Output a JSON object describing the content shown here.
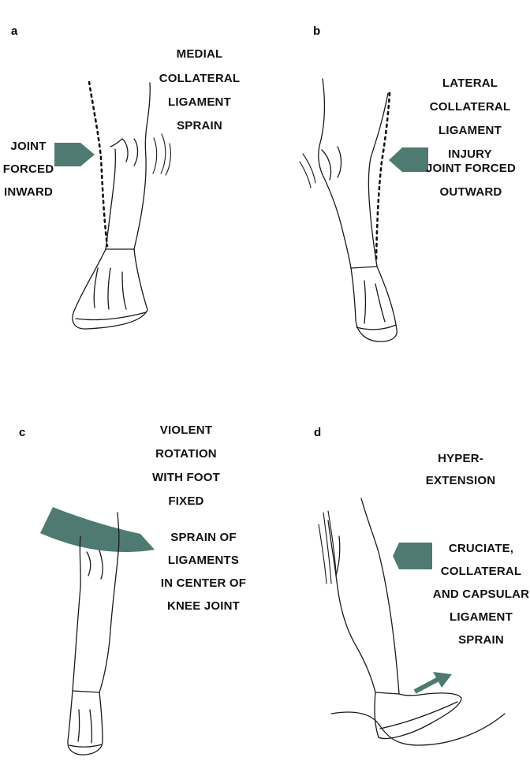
{
  "panels": {
    "a": {
      "letter": "a",
      "labels": [
        "MEDIAL",
        "COLLATERAL",
        "LIGAMENT",
        "SPRAIN"
      ],
      "force_labels": [
        "JOINT",
        "FORCED",
        "INWARD"
      ]
    },
    "b": {
      "letter": "b",
      "labels": [
        "LATERAL",
        "COLLATERAL",
        "LIGAMENT",
        "INJURY"
      ],
      "force_labels": [
        "JOINT FORCED",
        "OUTWARD"
      ]
    },
    "c": {
      "letter": "c",
      "labels": [
        "VIOLENT",
        "ROTATION",
        "WITH FOOT",
        "FIXED"
      ],
      "result_labels": [
        "SPRAIN OF",
        "LIGAMENTS",
        "IN CENTER OF",
        "KNEE JOINT"
      ]
    },
    "d": {
      "letter": "d",
      "labels": [
        "HYPER-",
        "EXTENSION"
      ],
      "result_labels": [
        "CRUCIATE,",
        "COLLATERAL",
        "AND CAPSULAR",
        "LIGAMENT",
        "SPRAIN"
      ]
    }
  },
  "colors": {
    "arrow": "#4f7a72",
    "line": "#1a1a1a",
    "background": "#ffffff"
  }
}
